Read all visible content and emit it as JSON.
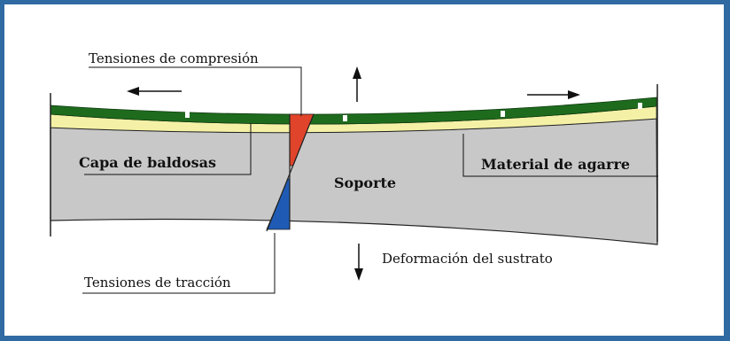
{
  "labels": {
    "compression": "Tensiones de compresión",
    "tile_layer": "Capa de baldosas",
    "support": "Soporte",
    "adhesive": "Material de agarre",
    "traction": "Tensiones de tracción",
    "substrate_deformation": "Deformación del sustrato"
  },
  "colors": {
    "frame": "#2f6aa3",
    "tiles": "#1e6b1e",
    "adhesive": "#f4f1a6",
    "support": "#c8c8c8",
    "compression": "#e0442a",
    "traction": "#1f5bb5"
  }
}
